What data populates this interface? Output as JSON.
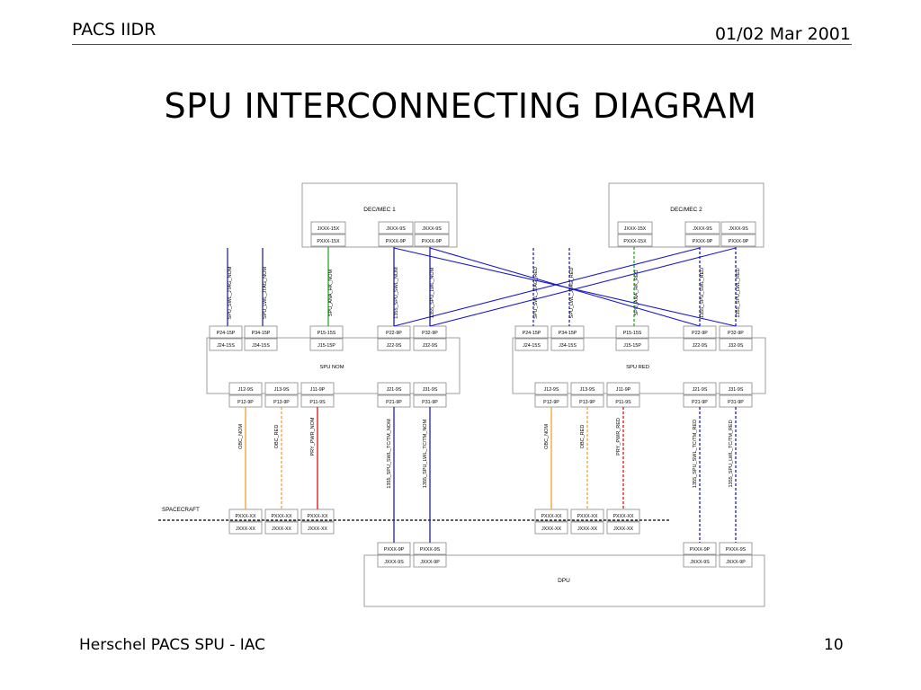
{
  "header": {
    "left": "PACS IIDR",
    "right": "01/02 Mar 2001"
  },
  "title": "SPU INTERCONNECTING DIAGRAM",
  "footer": {
    "left": "Herschel PACS SPU - IAC",
    "page": "10"
  },
  "diagram": {
    "blocks": {
      "dec1": "DEC/MEC 1",
      "dec2": "DEC/MEC 2",
      "spu_nom": "SPU NOM",
      "spu_red": "SPU RED",
      "spacecraft": "SPACECRAFT",
      "dpu": "DPU"
    },
    "connectors": {
      "dec1": [
        [
          "JXXX-15X",
          "PXXX-15X"
        ],
        [
          "JXXX-9S",
          "PXXX-9P"
        ],
        [
          "JXXX-9S",
          "PXXX-9P"
        ]
      ],
      "dec2": [
        [
          "JXXX-15X",
          "PXXX-15X"
        ],
        [
          "JXXX-9S",
          "PXXX-9P"
        ],
        [
          "JXXX-9S",
          "PXXX-9P"
        ]
      ],
      "nom_top": [
        [
          "P24-15P",
          "J24-15S"
        ],
        [
          "P34-15P",
          "J34-15S"
        ],
        [
          "P15-15S",
          "J15-15P"
        ],
        [
          "P22-9P",
          "J22-9S"
        ],
        [
          "P32-9P",
          "J32-9S"
        ]
      ],
      "red_top": [
        [
          "P24-15P",
          "J24-15S"
        ],
        [
          "P34-15P",
          "J34-15S"
        ],
        [
          "P15-15S",
          "J15-15P"
        ],
        [
          "P22-9P",
          "J22-9S"
        ],
        [
          "P32-9P",
          "J32-9S"
        ]
      ],
      "nom_bot": [
        [
          "J12-9S",
          "P12-9P"
        ],
        [
          "J13-9S",
          "P13-9P"
        ],
        [
          "J11-9P",
          "P11-9S"
        ],
        [
          "J21-9S",
          "P21-9P"
        ],
        [
          "J31-9S",
          "P31-9P"
        ]
      ],
      "red_bot": [
        [
          "J12-9S",
          "P12-9P"
        ],
        [
          "J13-9S",
          "P13-9P"
        ],
        [
          "J11-9P",
          "P11-9S"
        ],
        [
          "J21-9S",
          "P21-9P"
        ],
        [
          "J31-9S",
          "P31-9P"
        ]
      ],
      "sc_left": [
        [
          "PXXX-XX",
          "JXXX-XX"
        ],
        [
          "PXXX-XX",
          "JXXX-XX"
        ],
        [
          "PXXX-XX",
          "JXXX-XX"
        ]
      ],
      "sc_right": [
        [
          "PXXX-XX",
          "JXXX-XX"
        ],
        [
          "PXXX-XX",
          "JXXX-XX"
        ],
        [
          "PXXX-XX",
          "JXXX-XX"
        ]
      ],
      "dpu_left": [
        [
          "PXXX-9P",
          "JXXX-9S"
        ],
        [
          "PXXX-9S",
          "JXXX-9P"
        ]
      ],
      "dpu_right": [
        [
          "PXXX-9P",
          "JXXX-9S"
        ],
        [
          "PXXX-9S",
          "JXXX-9P"
        ]
      ]
    },
    "cable_labels": {
      "nom_upper": [
        "SPU_SWL_JTAG_NOM",
        "SPU_LWL_JTAG_NOM",
        "SPU_ANA_HK_NOM",
        "1355_SPU_SWL_NOM",
        "1355_SPU_LWL_NOM"
      ],
      "red_upper": [
        "SPU_SWL_JTAG_RED",
        "SPU_LWL_JTAG_RED",
        "SPU_ANA_HK_RED",
        "1355_SPU_SWL_RED",
        "1355_SPU_LWL_RED"
      ],
      "nom_lower": [
        "OBC_NOM",
        "OBC_RED",
        "PRY_PWR_NOM",
        "1355_SPU_SWL_TC/TM_NOM",
        "1355_SPU_LWL_TC/TM_NOM"
      ],
      "red_lower": [
        "OBC_NOM",
        "OBC_RED",
        "PRY_PWR_RED",
        "1355_SPU_SWL_TC/TM_RED",
        "1355_SPU_LWL_TC/TM_RED"
      ]
    },
    "colors": {
      "navy": "#2a2a9a",
      "green": "#22aa22",
      "orange": "#f0a030",
      "red": "#dd1111",
      "blue": "#1a1acc",
      "box": "#888888"
    }
  }
}
